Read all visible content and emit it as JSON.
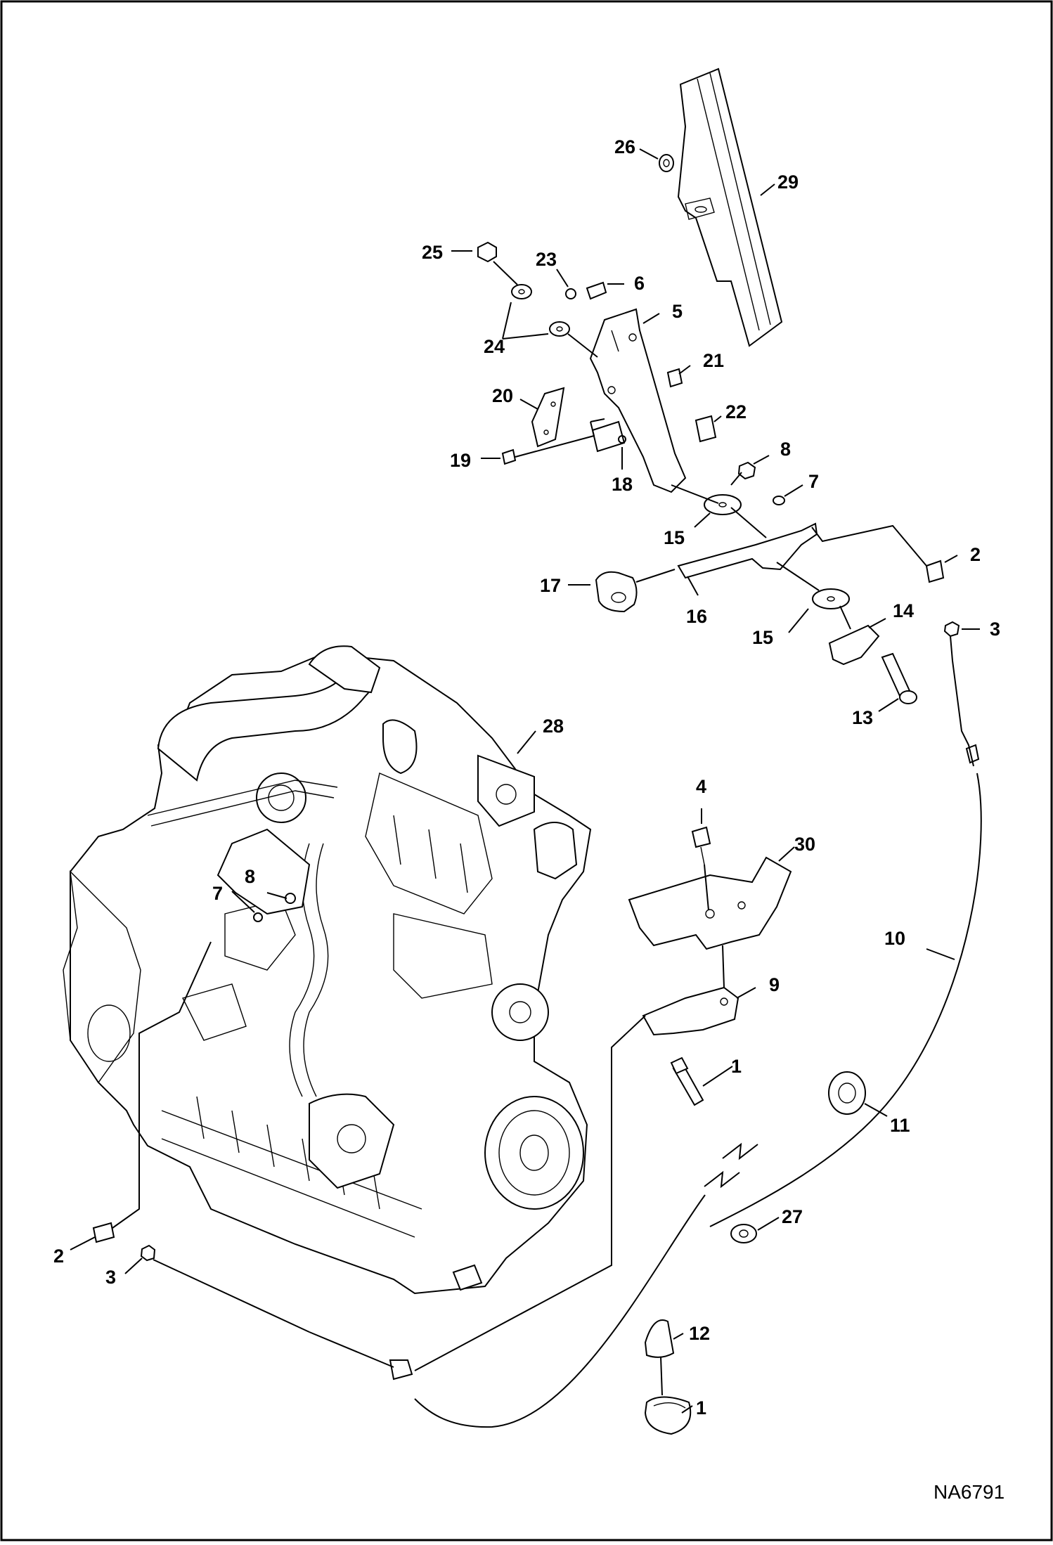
{
  "diagram": {
    "reference_code": "NA6791",
    "callouts": {
      "c1a": "1",
      "c1b": "1",
      "c2a": "2",
      "c2b": "2",
      "c3a": "3",
      "c3b": "3",
      "c4": "4",
      "c5": "5",
      "c6": "6",
      "c7a": "7",
      "c7b": "7",
      "c8a": "8",
      "c8b": "8",
      "c9": "9",
      "c10": "10",
      "c11": "11",
      "c12": "12",
      "c13": "13",
      "c14": "14",
      "c15a": "15",
      "c15b": "15",
      "c16": "16",
      "c17": "17",
      "c18": "18",
      "c19": "19",
      "c20": "20",
      "c21": "21",
      "c22": "22",
      "c23": "23",
      "c24": "24",
      "c25": "25",
      "c26": "26",
      "c27": "27",
      "c28": "28",
      "c29": "29",
      "c30": "30"
    }
  }
}
